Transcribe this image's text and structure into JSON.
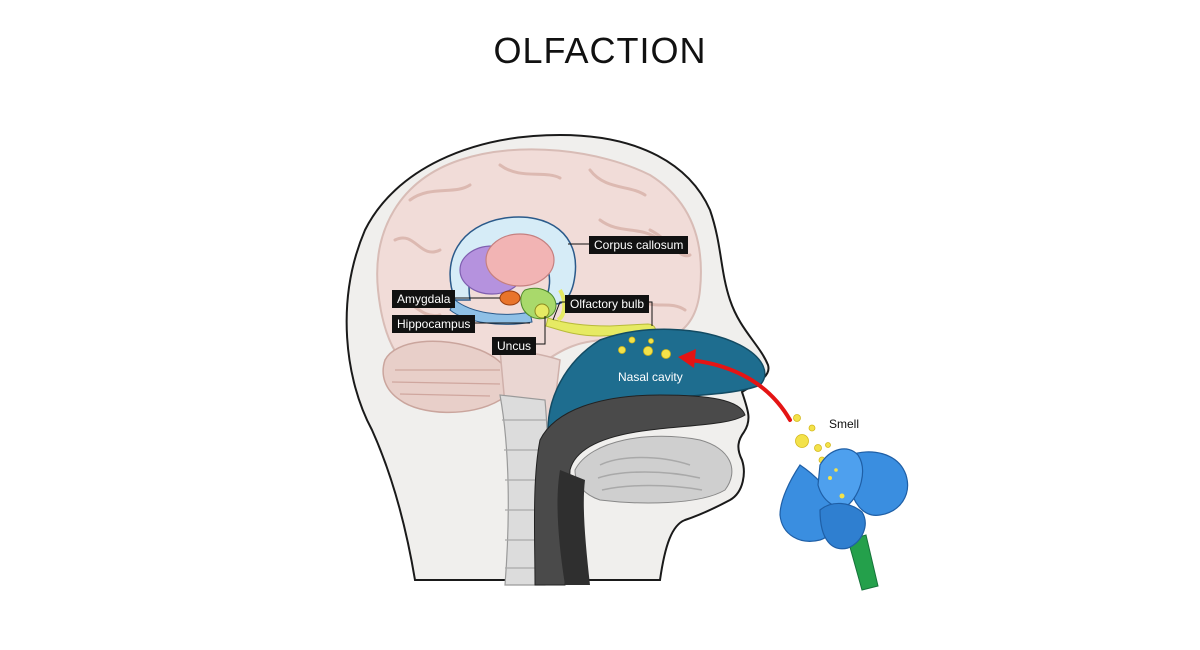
{
  "title": "OLFACTION",
  "labels": {
    "corpus_callosum": "Corpus callosum",
    "amygdala": "Amygdala",
    "hippocampus": "Hippocampus",
    "uncus": "Uncus",
    "olfactory_bulb": "Olfactory bulb",
    "nasal_cavity": "Nasal cavity",
    "smell": "Smell"
  },
  "colors": {
    "head_fill": "#f0efed",
    "brain": "#f1dcd8",
    "nasal_cavity": "#1e6d8f",
    "olfactory_bulb": "#e6ea63",
    "odor_particles": "#f3e24a",
    "arrow": "#e41414",
    "flower": "#3a8ee0",
    "stem": "#24a04b",
    "amygdala": "#e8742b",
    "hippocampus": "#8fc0e6",
    "thalamus": "#b592de",
    "label_bg": "#111111"
  },
  "icons": [
    "brain-icon",
    "flower-icon",
    "arrow-icon",
    "odor-particle-icon"
  ]
}
